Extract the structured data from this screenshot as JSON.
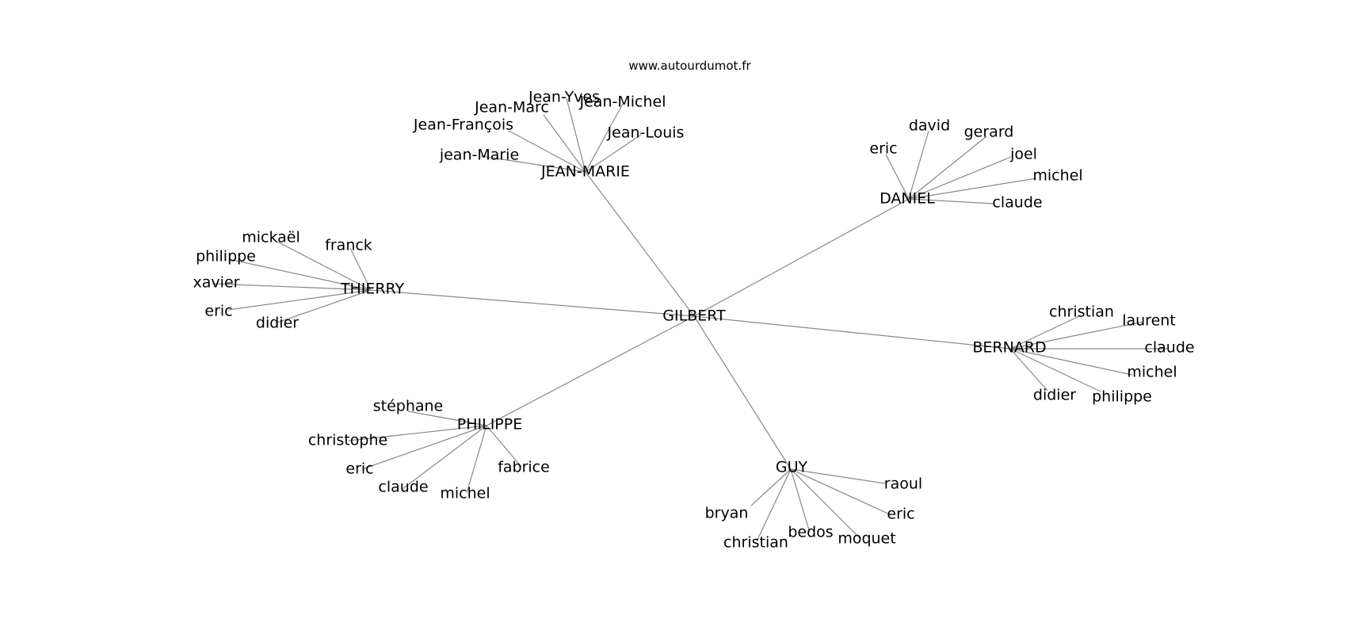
{
  "site_url": "www.autourdumot.fr",
  "graph": {
    "center": "GILBERT",
    "groups": [
      {
        "name": "JEAN-MARIE",
        "children": [
          "Jean-Yves",
          "Jean-Michel",
          "Jean-Marc",
          "Jean-François",
          "Jean-Louis",
          "jean-Marie"
        ]
      },
      {
        "name": "DANIEL",
        "children": [
          "david",
          "gerard",
          "eric",
          "joel",
          "michel",
          "claude"
        ]
      },
      {
        "name": "THIERRY",
        "children": [
          "mickaël",
          "franck",
          "philippe",
          "xavier",
          "eric",
          "didier"
        ]
      },
      {
        "name": "BERNARD",
        "children": [
          "christian",
          "laurent",
          "claude",
          "michel",
          "didier",
          "philippe"
        ]
      },
      {
        "name": "PHILIPPE",
        "children": [
          "stéphane",
          "christophe",
          "eric",
          "claude",
          "michel",
          "fabrice"
        ]
      },
      {
        "name": "GUY",
        "children": [
          "raoul",
          "bryan",
          "eric",
          "bedos",
          "moquet",
          "christian"
        ]
      }
    ]
  }
}
